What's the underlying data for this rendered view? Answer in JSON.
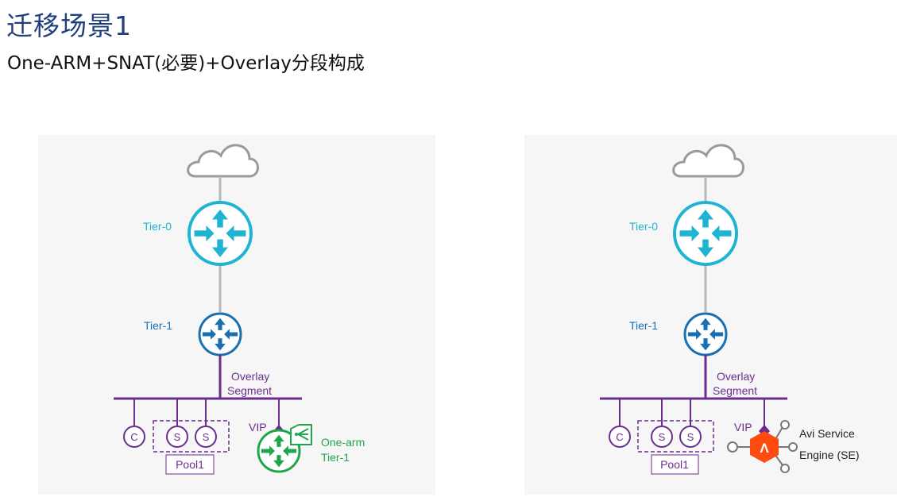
{
  "header": {
    "title": "迁移场景1",
    "subtitle": "One-ARM+SNAT(必要)+Overlay分段构成"
  },
  "colors": {
    "title": "#1f3f7e",
    "tier0": "#1fb4d2",
    "tier1": "#1a6fb0",
    "overlay": "#6a2e8f",
    "one_arm": "#1fa64a",
    "avi_se": "#ff4b0f"
  },
  "left_diagram": {
    "tier0_label": "Tier-0",
    "tier1_label": "Tier-1",
    "segment_label_1": "Overlay",
    "segment_label_2": "Segment",
    "client_label": "C",
    "server1_label": "S",
    "server2_label": "S",
    "pool_label": "Pool1",
    "vip_label": "VIP",
    "lb_label_1": "One-arm",
    "lb_label_2": "Tier-1"
  },
  "right_diagram": {
    "tier0_label": "Tier-0",
    "tier1_label": "Tier-1",
    "segment_label_1": "Overlay",
    "segment_label_2": "Segment",
    "client_label": "C",
    "server1_label": "S",
    "server2_label": "S",
    "pool_label": "Pool1",
    "vip_label": "VIP",
    "se_label_1": "Avi Service",
    "se_label_2": "Engine (SE)",
    "se_symbol": "Λ"
  }
}
